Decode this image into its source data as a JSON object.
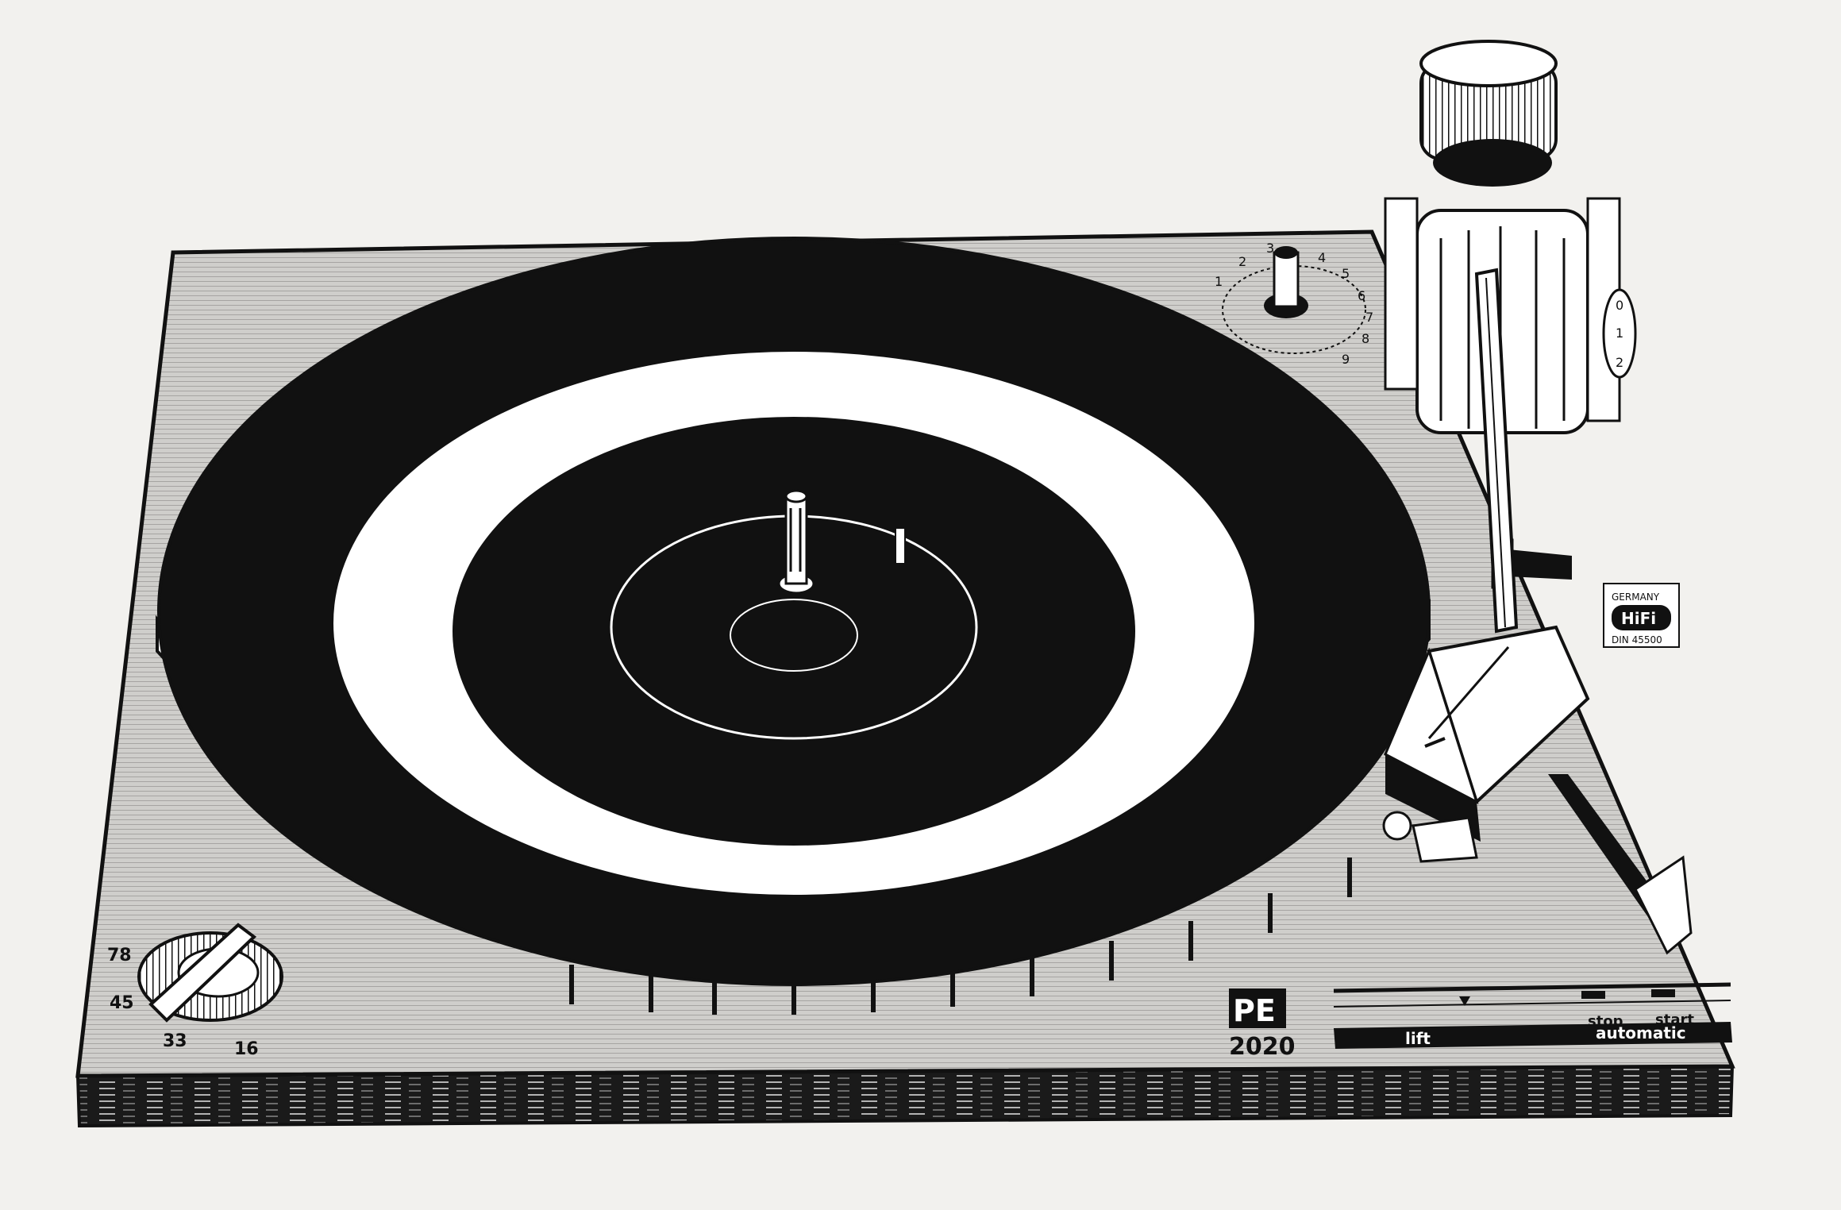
{
  "brand": {
    "logo": "PE",
    "model": "2020"
  },
  "speed_selector": {
    "labels": [
      "78",
      "45",
      "33",
      "16"
    ]
  },
  "antiskate_dial": {
    "scale": [
      "1",
      "2",
      "3",
      "4",
      "5",
      "6",
      "7",
      "8",
      "9"
    ]
  },
  "tracking_force_scale": [
    "0",
    "1",
    "2"
  ],
  "hifi_badge": {
    "top": "GERMANY",
    "logo": "HiFi",
    "bottom": "DIN 45500"
  },
  "control_strip": {
    "stop": "stop",
    "start": "start",
    "lift": "lift",
    "automatic": "automatic"
  },
  "colors": {
    "paper": "#f2f1ee",
    "ink": "#111111",
    "plinth_grey": "#c9c8c5",
    "white": "#ffffff"
  }
}
